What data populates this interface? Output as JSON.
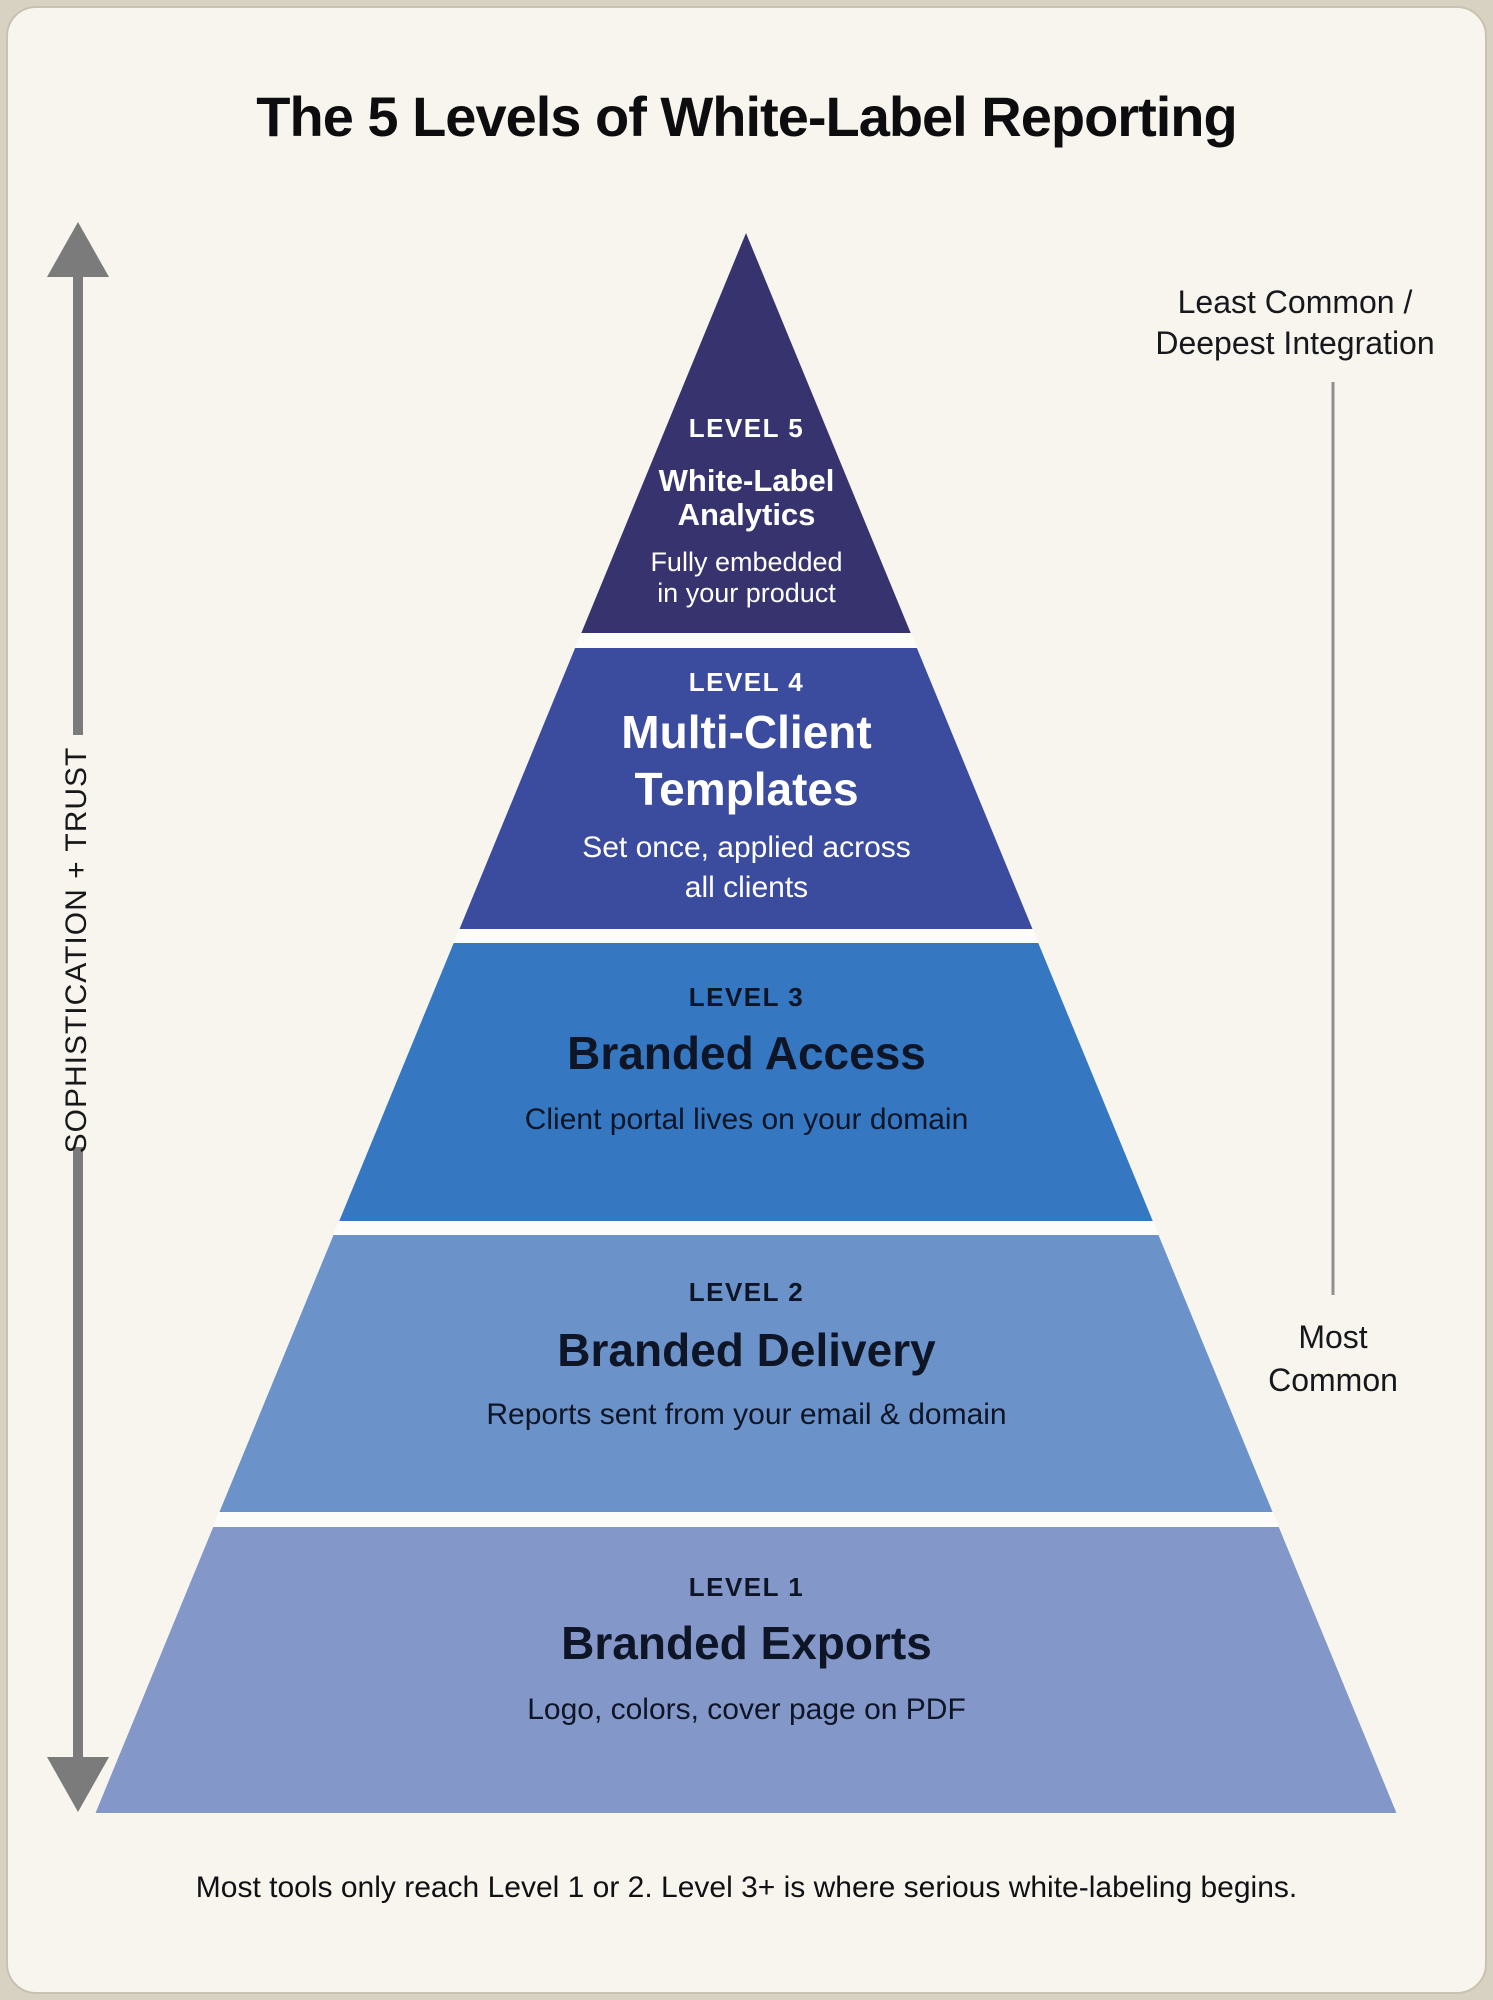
{
  "title": "The 5 Levels of White-Label Reporting",
  "left_axis": {
    "label": "SOPHISTICATION + TRUST"
  },
  "right_annotations": {
    "top": "Least Common /\nDeepest Integration",
    "bottom": "Most\nCommon"
  },
  "pyramid": {
    "levels": [
      {
        "tag": "LEVEL 5",
        "title": "White-Label\nAnalytics",
        "subtitle": "Fully embedded\nin your product",
        "color": "#37336e"
      },
      {
        "tag": "LEVEL 4",
        "title": "Multi-Client\nTemplates",
        "subtitle": "Set once, applied across\nall clients",
        "color": "#3b4b9e"
      },
      {
        "tag": "LEVEL 3",
        "title": "Branded Access",
        "subtitle": "Client portal lives on your domain",
        "color": "#3577c0"
      },
      {
        "tag": "LEVEL 2",
        "title": "Branded Delivery",
        "subtitle": "Reports sent from your email & domain",
        "color": "#6c93c9"
      },
      {
        "tag": "LEVEL 1",
        "title": "Branded Exports",
        "subtitle": "Logo, colors, cover page on PDF",
        "color": "#8497c9"
      }
    ]
  },
  "footer": "Most tools only reach Level 1 or 2. Level 3+ is where serious white-labeling begins.",
  "colors": {
    "arrow": "#7b7b7b",
    "annotation_line": "#8f8f8f",
    "gap_fill": "#fcfcf9",
    "card_background": "#f7f5ee",
    "frame": "#d8d2c3"
  }
}
